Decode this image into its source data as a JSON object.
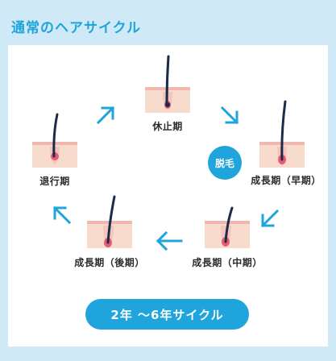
{
  "title": "通常のヘアサイクル",
  "stages": {
    "telogen": {
      "label": "休止期"
    },
    "anagen_early": {
      "label": "成長期（早期）"
    },
    "anagen_mid": {
      "label": "成長期（中期）"
    },
    "anagen_late": {
      "label": "成長期（後期）"
    },
    "catagen": {
      "label": "退行期"
    }
  },
  "badge": "脱毛",
  "cycle_pill": "2年 ～6年サイクル",
  "colors": {
    "accent": "#1fa4db",
    "background": "#cfe9f6",
    "skin": "#f7dccd",
    "skin_top": "#f0b7ad",
    "hair": "#1d2b4a",
    "bulb": "#e85a72"
  }
}
